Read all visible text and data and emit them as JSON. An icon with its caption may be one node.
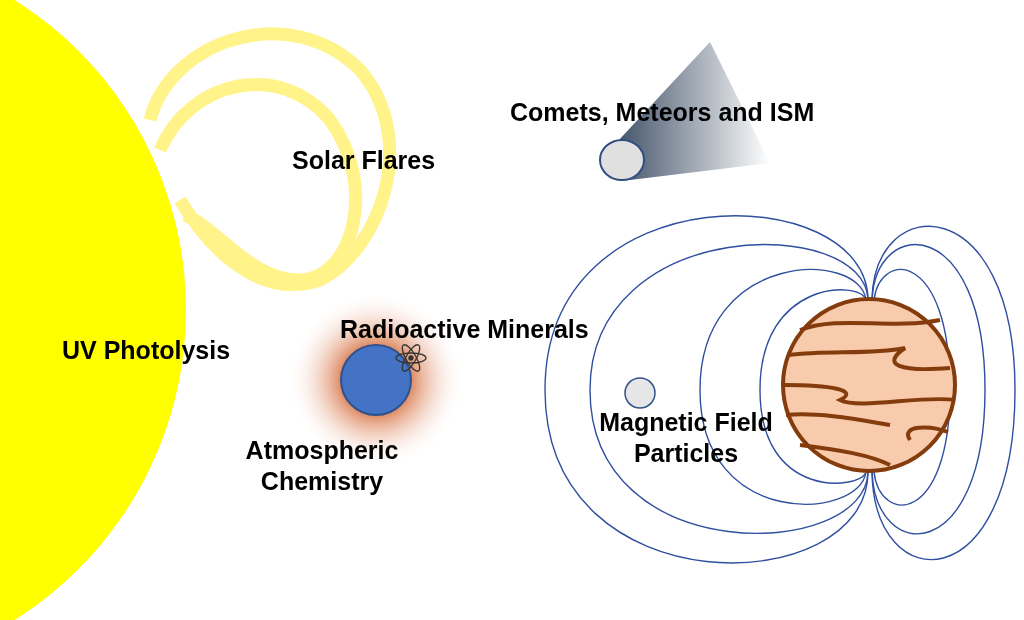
{
  "diagram": {
    "nodes": [
      {
        "text": [
          "UV Photolysis"
        ]
      }
    ],
    "labels": [
      "Comets, Meteors and ISM",
      "Solar Flares",
      "Radioactive Minerals",
      "Atmospheric Chemistry",
      "Magnetic Field Particles"
    ]
  }
}
